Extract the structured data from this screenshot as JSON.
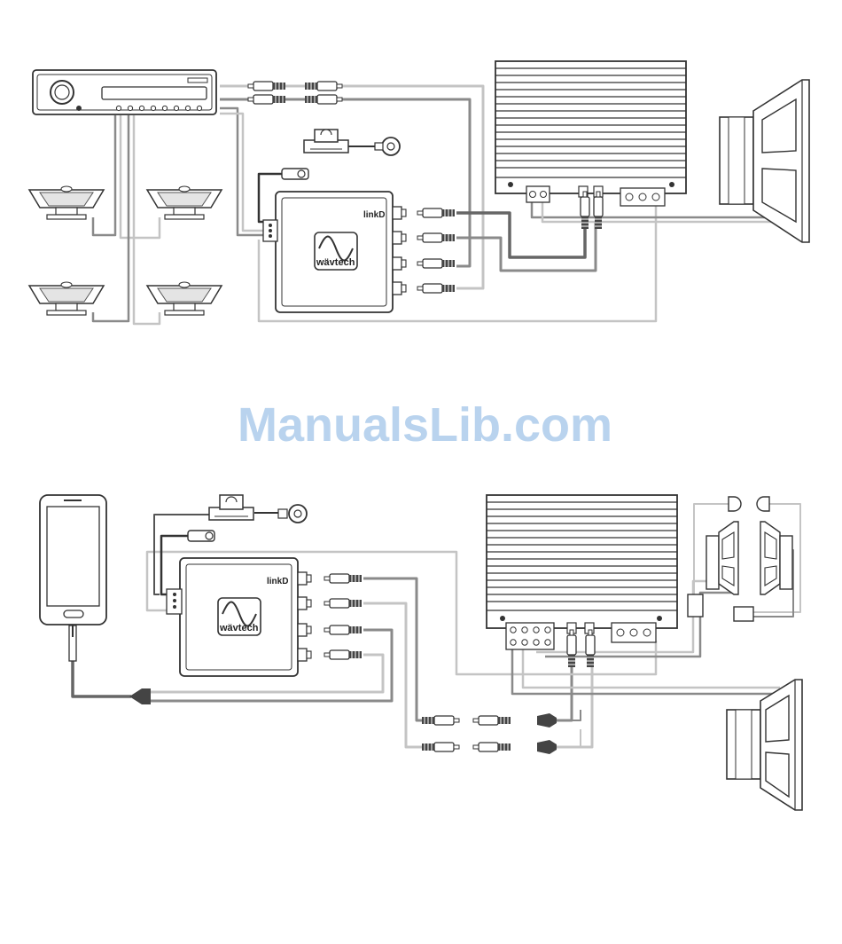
{
  "watermark": "ManualsLib.com",
  "diagram_top": {
    "processor": {
      "model": "linkD",
      "brand": "wävtech"
    }
  },
  "diagram_bottom": {
    "processor": {
      "model": "linkD",
      "brand": "wävtech"
    }
  },
  "colors": {
    "line_dark": "#333333",
    "wire_gray": "#8a8a8a",
    "wire_light": "#c4c4c4",
    "watermark": "#b9d3ee"
  }
}
